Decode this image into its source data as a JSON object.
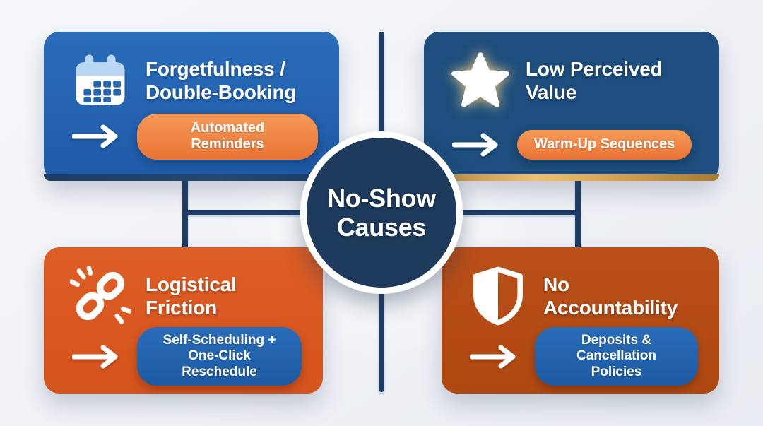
{
  "center": {
    "line1": "No-Show",
    "line2": "Causes"
  },
  "quadrants": {
    "top_left": {
      "icon": "calendar-icon",
      "title_line1": "Forgetfulness /",
      "title_line2": "Double-Booking",
      "solution_line1": "Automated Reminders",
      "solution_line2": ""
    },
    "top_right": {
      "icon": "star-icon",
      "title_line1": "Low Perceived",
      "title_line2": "Value",
      "solution_line1": "Warm-Up Sequences",
      "solution_line2": ""
    },
    "bottom_left": {
      "icon": "broken-link-icon",
      "title_line1": "Logistical",
      "title_line2": "Friction",
      "solution_line1": "Self-Scheduling +",
      "solution_line2": "One-Click Reschedule"
    },
    "bottom_right": {
      "icon": "shield-icon",
      "title_line1": "No",
      "title_line2": "Accountability",
      "solution_line1": "Deposits &",
      "solution_line2": "Cancellation Policies"
    }
  },
  "icons": {
    "top_left": "calendar-icon",
    "top_right": "star-icon",
    "bottom_left": "broken-link-icon",
    "bottom_right": "shield-icon",
    "solution_arrow": "arrow-right-icon"
  },
  "colors": {
    "box_blue_bright": "#2165b2",
    "box_blue_dark": "#1d4e7d",
    "box_orange_bright": "#d9581f",
    "box_orange_dark": "#b54c16",
    "pill_orange": "#ef8440",
    "pill_blue": "#2163ae",
    "center_navy": "#1d3a5c",
    "connector_navy": "#1e3d64",
    "accent_gold_strip": "#e2b160",
    "accent_navy_strip": "#20426b",
    "background": "#eef0f5",
    "text": "#ffffff"
  }
}
